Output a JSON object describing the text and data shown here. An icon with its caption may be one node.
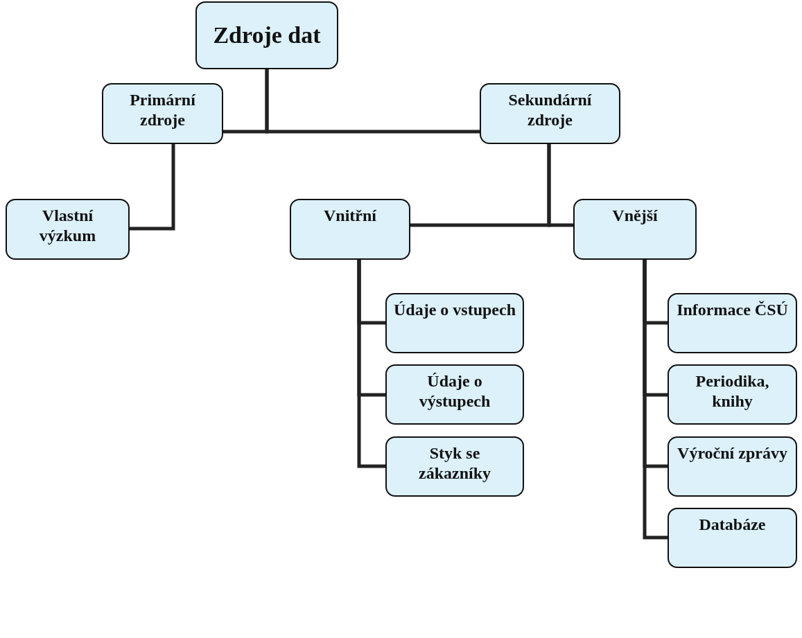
{
  "diagram": {
    "nodes": [
      {
        "text": [
          "Zdroje dat"
        ]
      },
      {
        "text": [
          "Primární zdroje"
        ]
      },
      {
        "text": [
          "Sekundární zdroje"
        ]
      },
      {
        "text": [
          "Vlastní výzkum"
        ]
      },
      {
        "text": [
          "Vnitřní"
        ]
      },
      {
        "text": [
          "Vnější"
        ]
      },
      {
        "text": [
          "Údaje o vstupech"
        ]
      },
      {
        "text": [
          "Údaje o výstupech"
        ]
      },
      {
        "text": [
          "Styk se zákazníky"
        ]
      },
      {
        "text": [
          "Informace ČSÚ"
        ]
      },
      {
        "text": [
          "Periodika, knihy"
        ]
      },
      {
        "text": [
          "Výroční zprávy"
        ]
      },
      {
        "text": [
          "Databáze"
        ]
      }
    ],
    "edges": [
      {
        "from": 0,
        "to": 1,
        "arrow": "none"
      },
      {
        "from": 0,
        "to": 2,
        "arrow": "none"
      },
      {
        "from": 1,
        "to": 3,
        "arrow": "none"
      },
      {
        "from": 2,
        "to": 4,
        "arrow": "none"
      },
      {
        "from": 2,
        "to": 5,
        "arrow": "none"
      },
      {
        "from": 4,
        "to": 6,
        "arrow": "none"
      },
      {
        "from": 4,
        "to": 7,
        "arrow": "none"
      },
      {
        "from": 4,
        "to": 8,
        "arrow": "none"
      },
      {
        "from": 5,
        "to": 9,
        "arrow": "none"
      },
      {
        "from": 5,
        "to": 10,
        "arrow": "none"
      },
      {
        "from": 5,
        "to": 11,
        "arrow": "none"
      },
      {
        "from": 5,
        "to": 12,
        "arrow": "none"
      }
    ]
  }
}
